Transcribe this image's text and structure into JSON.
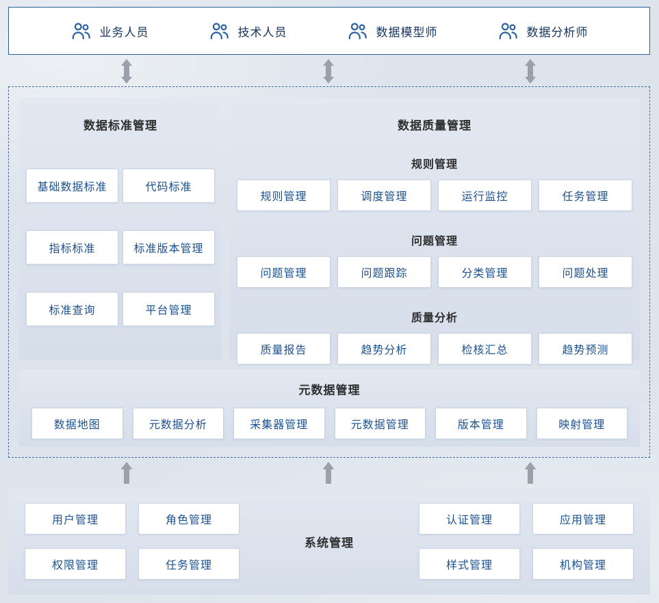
{
  "roles": {
    "items": [
      {
        "label": "业务人员"
      },
      {
        "label": "技术人员"
      },
      {
        "label": "数据模型师"
      },
      {
        "label": "数据分析师"
      }
    ]
  },
  "standard": {
    "title": "数据标准管理",
    "items": [
      "基础数据标准",
      "代码标准",
      "指标标准",
      "标准版本管理",
      "标准查询",
      "平台管理"
    ]
  },
  "quality": {
    "title": "数据质量管理",
    "groups": [
      {
        "title": "规则管理",
        "items": [
          "规则管理",
          "调度管理",
          "运行监控",
          "任务管理"
        ]
      },
      {
        "title": "问题管理",
        "items": [
          "问题管理",
          "问题跟踪",
          "分类管理",
          "问题处理"
        ]
      },
      {
        "title": "质量分析",
        "items": [
          "质量报告",
          "趋势分析",
          "检核汇总",
          "趋势预测"
        ]
      }
    ]
  },
  "metadata": {
    "title": "元数据管理",
    "items": [
      "数据地图",
      "元数据分析",
      "采集器管理",
      "元数据管理",
      "版本管理",
      "映射管理"
    ]
  },
  "system": {
    "title": "系统管理",
    "left_items": [
      "用户管理",
      "角色管理",
      "权限管理",
      "任务管理"
    ],
    "right_items": [
      "认证管理",
      "应用管理",
      "样式管理",
      "机构管理"
    ]
  },
  "colors": {
    "accent_border": "#2d6096",
    "button_text": "#1c5191",
    "arrow_gray": "#9aa1aa",
    "panel_bg": "#dae1ec"
  }
}
